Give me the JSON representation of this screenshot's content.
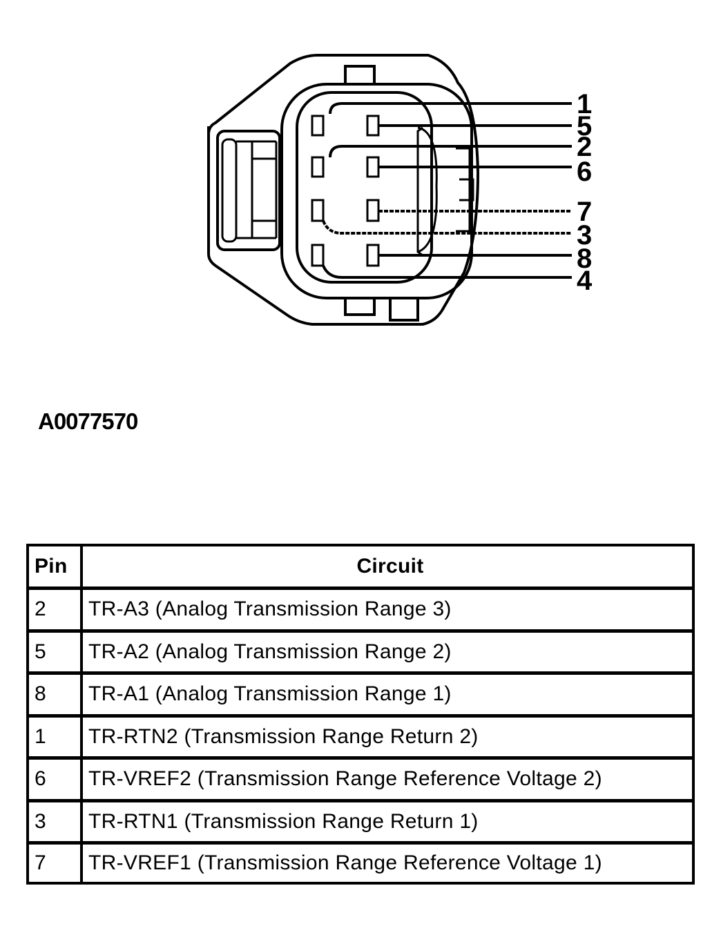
{
  "diagram": {
    "pin_labels": [
      "1",
      "5",
      "2",
      "6",
      "7",
      "3",
      "8",
      "4"
    ],
    "figure_id": "A0077570"
  },
  "table": {
    "headers": {
      "pin": "Pin",
      "circuit": "Circuit"
    },
    "rows": [
      {
        "pin": "2",
        "circuit": "TR-A3 (Analog Transmission Range 3)"
      },
      {
        "pin": "5",
        "circuit": "TR-A2 (Analog Transmission Range 2)"
      },
      {
        "pin": "8",
        "circuit": "TR-A1 (Analog Transmission Range 1)"
      },
      {
        "pin": "1",
        "circuit": "TR-RTN2 (Transmission Range Return 2)"
      },
      {
        "pin": "6",
        "circuit": "TR-VREF2 (Transmission Range Reference Voltage 2)"
      },
      {
        "pin": "3",
        "circuit": "TR-RTN1 (Transmission Range Return 1)"
      },
      {
        "pin": "7",
        "circuit": "TR-VREF1 (Transmission Range Reference Voltage 1)"
      }
    ]
  }
}
